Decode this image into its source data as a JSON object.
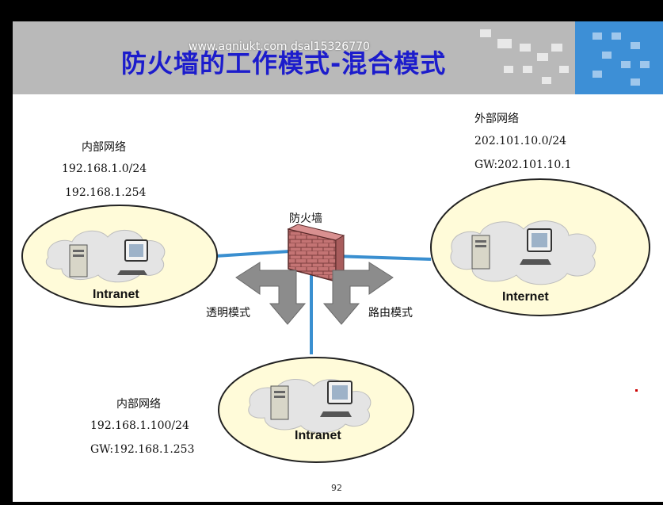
{
  "title": "防火墙的工作模式-混合模式",
  "watermark": "www.aqniukt.com dsal15326770",
  "firewall_label": "防火墙",
  "left_network": {
    "heading": "内部网络",
    "subnet": "192.168.1.0/24",
    "gateway": "192.168.1.254",
    "cloud_label": "Intranet"
  },
  "right_network": {
    "heading": "外部网络",
    "subnet": "202.101.10.0/24",
    "gateway": "GW:202.101.10.1",
    "cloud_label": "Internet"
  },
  "bottom_network": {
    "heading": "内部网络",
    "subnet": "192.168.1.100/24",
    "gateway": "GW:192.168.1.253",
    "cloud_label": "Intranet"
  },
  "modes": {
    "transparent": "透明模式",
    "routing": "路由模式"
  },
  "page_number": "92",
  "colors": {
    "title": "#1c1ccc",
    "header_bg": "#b9b9b9",
    "link_line": "#3a8fd0",
    "ellipse_fill": "#fffbd9",
    "arrow_fill": "#8c8c8c",
    "firewall": "#c47474"
  }
}
